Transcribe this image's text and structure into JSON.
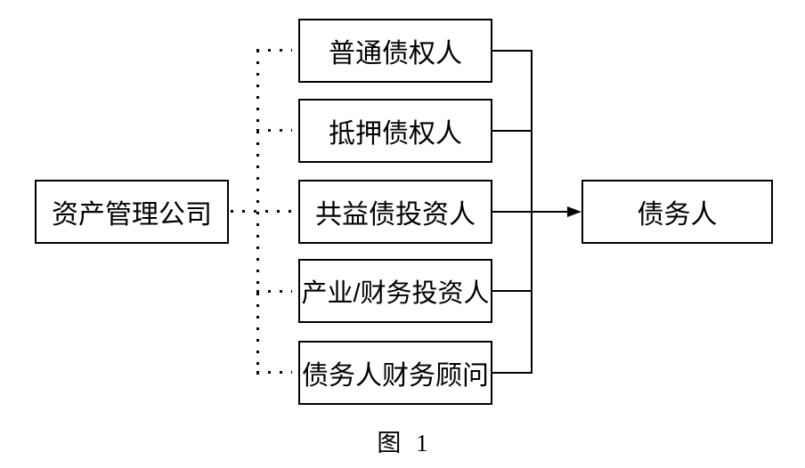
{
  "figure": {
    "caption": "图 1"
  },
  "diagram": {
    "left_box": {
      "label": "资产管理公司"
    },
    "middle_boxes": [
      {
        "label": "普通债权人"
      },
      {
        "label": "抵押债权人"
      },
      {
        "label": "共益债投资人"
      },
      {
        "label": "产业/财务投资人"
      },
      {
        "label": "债务人财务顾问"
      }
    ],
    "right_box": {
      "label": "债务人"
    },
    "connectors": {
      "left_style": "dotted",
      "right_style": "solid",
      "arrow_icon": "arrow-right"
    },
    "colors": {
      "line": "#000000",
      "text": "#000000",
      "background": "#ffffff"
    }
  }
}
